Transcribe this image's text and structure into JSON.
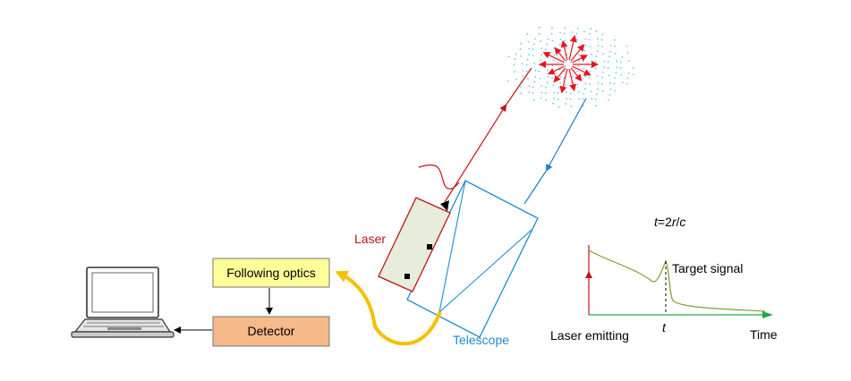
{
  "labels": {
    "laser": "Laser",
    "telescope": "Telescope",
    "following_optics": "Following optics",
    "detector": "Detector",
    "equation_prefix": "t",
    "equation_mid": "=2",
    "equation_r": "r",
    "equation_slash": "/",
    "equation_c": "c",
    "target_signal": "Target signal",
    "laser_emitting": "Laser emitting",
    "t_marker": "t",
    "time_axis": "Time"
  },
  "colors": {
    "laser_red": "#c0141c",
    "scatter_red": "#e8141c",
    "telescope_blue": "#1e8ccc",
    "return_blue": "#1e7fc8",
    "fiber_yellow": "#f5c000",
    "optics_box_fill": "#ffff99",
    "detector_box_fill": "#f6b98a",
    "laser_body_fill": "#e8ecda",
    "signal_curve": "#7aa02c",
    "time_axis_green": "#21a84a",
    "aerosol_dots": "#6cc8e0"
  },
  "icons": {
    "computer": "laptop-icon",
    "scatter": "scattering-starburst-icon"
  }
}
